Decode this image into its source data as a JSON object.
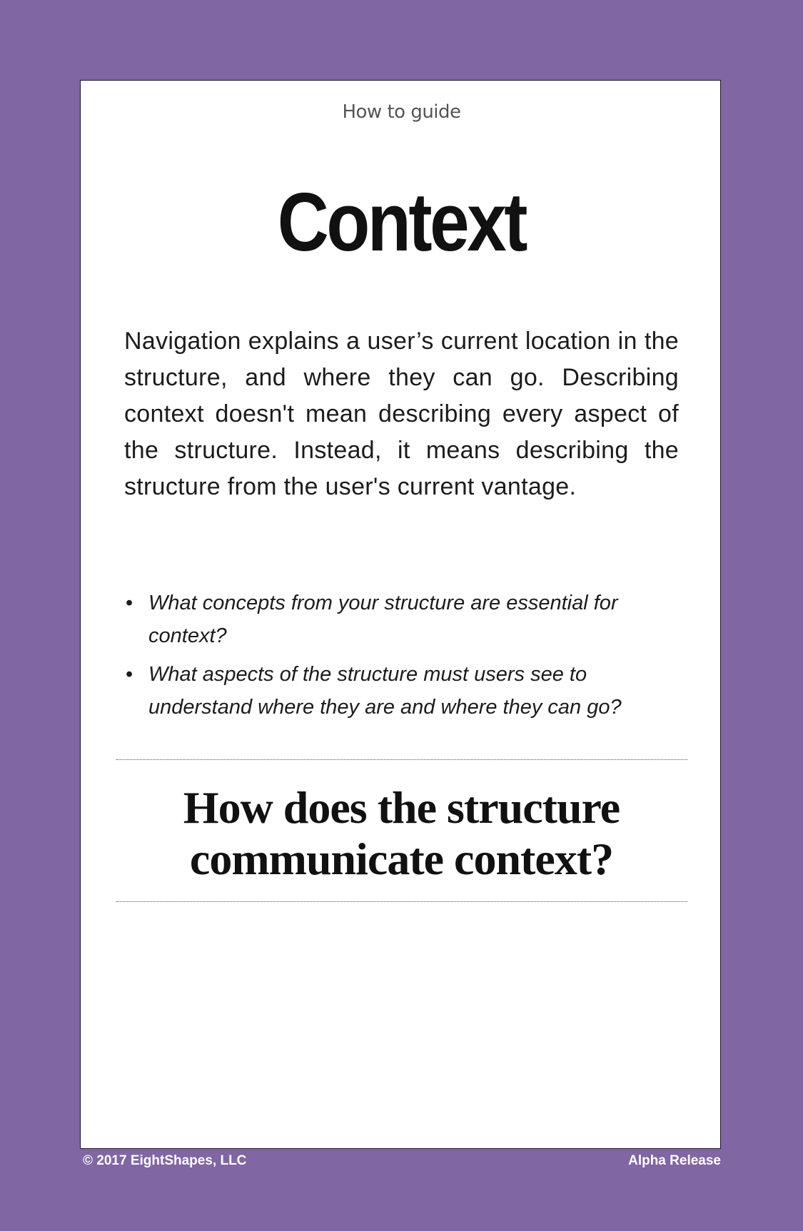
{
  "card": {
    "kicker": "How to guide",
    "title": "Context",
    "body": "Navigation explains a user’s current location in the structure, and where they can go. Describing context doesn't mean describing every aspect of the structure. Instead, it means describing the structure from the user's current vantage.",
    "questions": [
      "What concepts from your structure are essential for context?",
      "What aspects of the structure must users see to understand where they are and where they can go?"
    ],
    "prompt": "How does the structure communicate context?"
  },
  "footer": {
    "copyright": "© 2017 EightShapes, LLC",
    "release": "Alpha Release"
  },
  "colors": {
    "background": "#8066a3",
    "card": "#ffffff"
  }
}
